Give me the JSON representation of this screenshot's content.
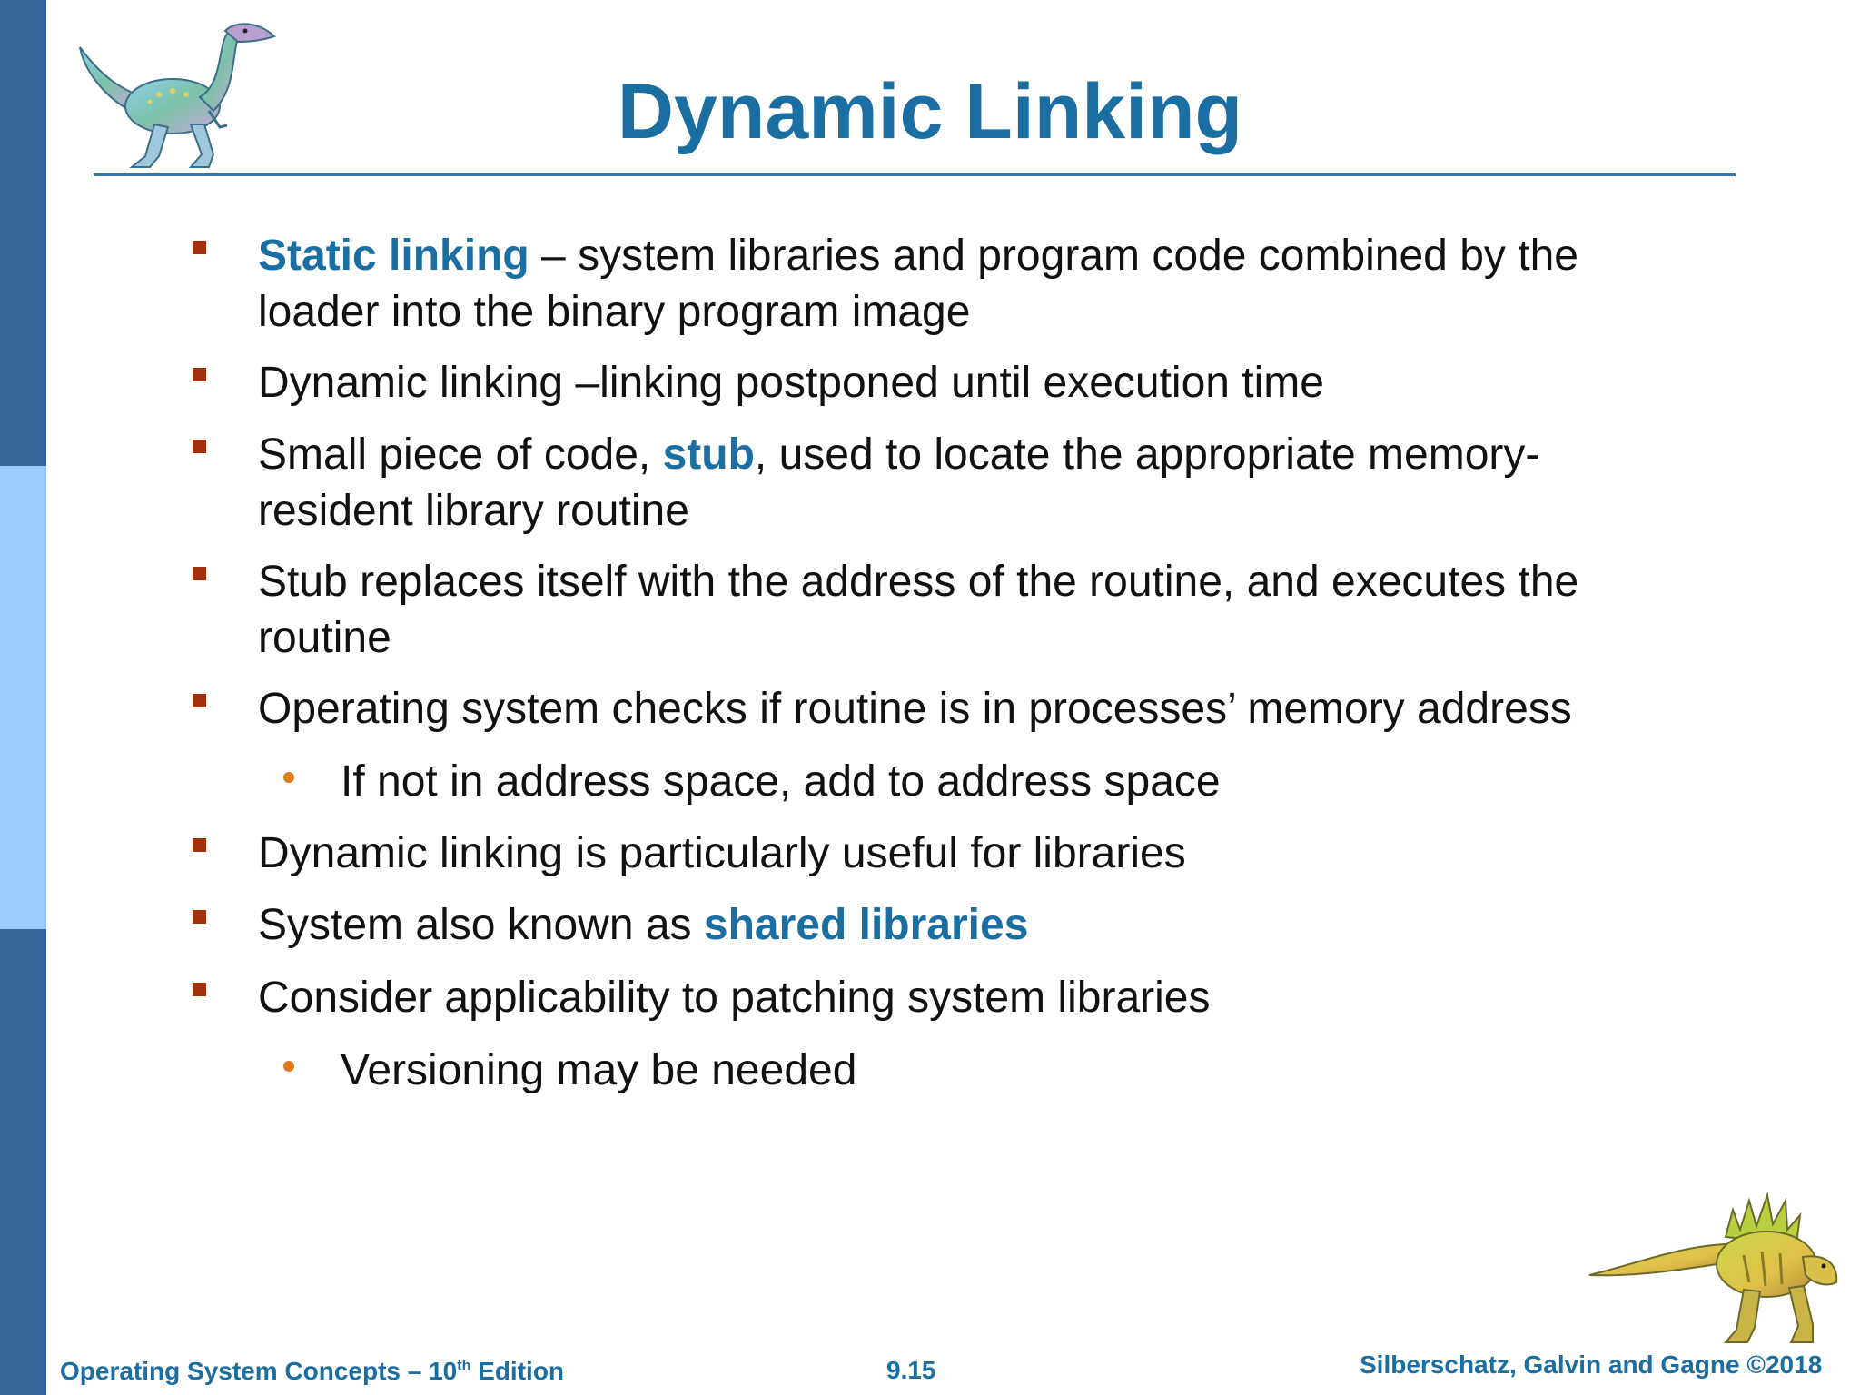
{
  "slide": {
    "title": "Dynamic Linking",
    "bullets": [
      {
        "level": 1,
        "parts": [
          {
            "text": "Static linking",
            "highlight": true
          },
          {
            "text": " – system libraries and program code combined by the loader into the binary program image"
          }
        ]
      },
      {
        "level": 1,
        "parts": [
          {
            "text": "Dynamic linking –linking postponed until execution time"
          }
        ]
      },
      {
        "level": 1,
        "parts": [
          {
            "text": "Small piece of code, "
          },
          {
            "text": "stub",
            "highlight": true
          },
          {
            "text": ", used to locate the appropriate memory-resident library routine"
          }
        ]
      },
      {
        "level": 1,
        "parts": [
          {
            "text": "Stub replaces itself with the address of the routine, and executes the routine"
          }
        ]
      },
      {
        "level": 1,
        "parts": [
          {
            "text": "Operating system checks if routine is in processes’ memory address"
          }
        ]
      },
      {
        "level": 2,
        "parts": [
          {
            "text": "If not in address space, add to address space"
          }
        ]
      },
      {
        "level": 1,
        "parts": [
          {
            "text": "Dynamic linking is particularly useful for libraries"
          }
        ]
      },
      {
        "level": 1,
        "parts": [
          {
            "text": "System also known as "
          },
          {
            "text": "shared libraries",
            "highlight": true
          }
        ]
      },
      {
        "level": 1,
        "parts": [
          {
            "text": "Consider applicability to patching system libraries"
          }
        ]
      },
      {
        "level": 2,
        "parts": [
          {
            "text": "Versioning may be needed"
          }
        ]
      }
    ]
  },
  "footer": {
    "left_prefix": "Operating System Concepts – 10",
    "left_sup": "th",
    "left_suffix": " Edition",
    "page": "9.15",
    "copyright": "Silberschatz, Galvin and Gagne ©2018"
  },
  "icons": [
    "dinosaur-top-icon",
    "dinosaur-bottom-icon"
  ],
  "colors": {
    "title": "#1a6ea1",
    "highlight": "#1a6ea1",
    "bullet_square": "#a0330e",
    "bullet_dot": "#e07a1b",
    "sidebar_dark": "#336699",
    "sidebar_light": "#99ccff",
    "rule": "#3c72a4"
  }
}
